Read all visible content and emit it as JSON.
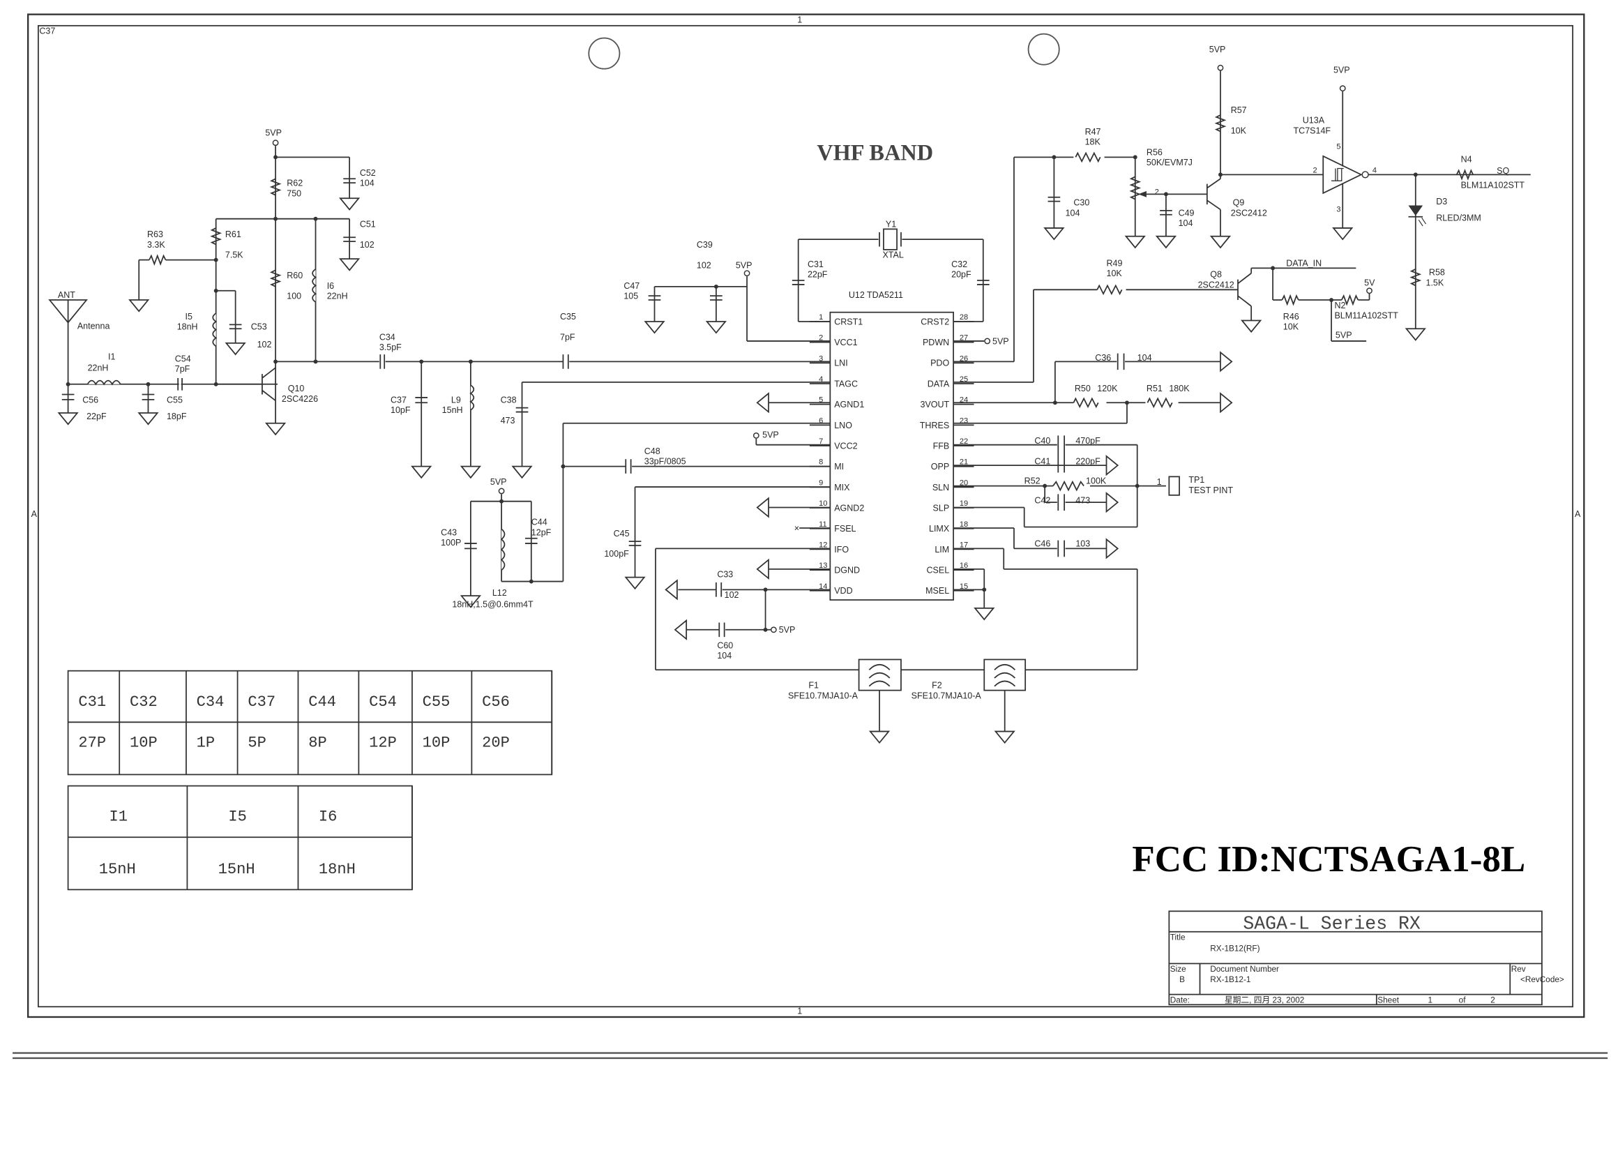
{
  "sheet": {
    "corner_label": "C37",
    "zone_top": "1",
    "zone_bottom": "1",
    "zone_left": "A",
    "zone_right": "A",
    "band_title": "VHF BAND",
    "fcc_id": "FCC ID:NCTSAGA1-8L"
  },
  "rf_frontend": {
    "ant": {
      "ref": "ANT",
      "name": "Antenna"
    },
    "I1": {
      "ref": "I1",
      "value": "22nH"
    },
    "C56": {
      "ref": "C56",
      "value": "22pF"
    },
    "C55": {
      "ref": "C55",
      "value": "18pF"
    },
    "C54": {
      "ref": "C54",
      "value": "7pF"
    },
    "R63": {
      "ref": "R63",
      "value": "3.3K"
    },
    "R61": {
      "ref": "R61",
      "value": "7.5K"
    },
    "I5": {
      "ref": "I5",
      "value": "18nH"
    },
    "C53": {
      "ref": "C53",
      "value": "102"
    },
    "R62": {
      "ref": "R62",
      "value": "750"
    },
    "C52": {
      "ref": "C52",
      "value": "104"
    },
    "C51": {
      "ref": "C51",
      "value": "102"
    },
    "R60": {
      "ref": "R60",
      "value": "100"
    },
    "I6": {
      "ref": "I6",
      "value": "22nH"
    },
    "Q10": {
      "ref": "Q10",
      "value": "2SC4226"
    },
    "vcc_top": "5VP",
    "C34": {
      "ref": "C34",
      "value": "3.5pF"
    },
    "C37": {
      "ref": "C37",
      "value": "10pF"
    },
    "L9": {
      "ref": "L9",
      "value": "15nH"
    },
    "C35": {
      "ref": "C35",
      "value": "7pF"
    },
    "C38": {
      "ref": "C38",
      "value": "473"
    },
    "C47": {
      "ref": "C47",
      "value": "105"
    },
    "C39": {
      "ref": "C39",
      "value": "102"
    },
    "vcc_c39": "5VP",
    "C43": {
      "ref": "C43",
      "value": "100P"
    },
    "C44": {
      "ref": "C44",
      "value": "12pF"
    },
    "L12": {
      "ref": "L12",
      "value": "18nH,1.5@0.6mm4T"
    },
    "vcc_l12": "5VP",
    "C48": {
      "ref": "C48",
      "value": "33pF/0805"
    },
    "C45": {
      "ref": "C45",
      "value": "100pF"
    },
    "C33": {
      "ref": "C33",
      "value": "102"
    },
    "C60": {
      "ref": "C60",
      "value": "104"
    },
    "vcc_c60": "5VP",
    "vcc2": "5VP"
  },
  "ic": {
    "ref": "U12 TDA5211",
    "Y1": {
      "ref": "Y1",
      "value": "XTAL"
    },
    "C31": {
      "ref": "C31",
      "value": "22pF"
    },
    "C32": {
      "ref": "C32",
      "value": "20pF"
    },
    "pdwn_net": "5VP",
    "left_pins": [
      {
        "num": "1",
        "name": "CRST1"
      },
      {
        "num": "2",
        "name": "VCC1"
      },
      {
        "num": "3",
        "name": "LNI"
      },
      {
        "num": "4",
        "name": "TAGC"
      },
      {
        "num": "5",
        "name": "AGND1"
      },
      {
        "num": "6",
        "name": "LNO"
      },
      {
        "num": "7",
        "name": "VCC2"
      },
      {
        "num": "8",
        "name": "MI"
      },
      {
        "num": "9",
        "name": "MIX"
      },
      {
        "num": "10",
        "name": "AGND2"
      },
      {
        "num": "11",
        "name": "FSEL"
      },
      {
        "num": "12",
        "name": "IFO"
      },
      {
        "num": "13",
        "name": "DGND"
      },
      {
        "num": "14",
        "name": "VDD"
      }
    ],
    "right_pins": [
      {
        "num": "28",
        "name": "CRST2"
      },
      {
        "num": "27",
        "name": "PDWN"
      },
      {
        "num": "26",
        "name": "PDO"
      },
      {
        "num": "25",
        "name": "DATA"
      },
      {
        "num": "24",
        "name": "3VOUT"
      },
      {
        "num": "23",
        "name": "THRES"
      },
      {
        "num": "22",
        "name": "FFB"
      },
      {
        "num": "21",
        "name": "OPP"
      },
      {
        "num": "20",
        "name": "SLN"
      },
      {
        "num": "19",
        "name": "SLP"
      },
      {
        "num": "18",
        "name": "LIMX"
      },
      {
        "num": "17",
        "name": "LIM"
      },
      {
        "num": "16",
        "name": "CSEL"
      },
      {
        "num": "15",
        "name": "MSEL"
      }
    ]
  },
  "baseband": {
    "C36": {
      "ref": "C36",
      "value": "104"
    },
    "R50": {
      "ref": "R50",
      "value": "120K"
    },
    "R51": {
      "ref": "R51",
      "value": "180K"
    },
    "C40": {
      "ref": "C40",
      "value": "470pF"
    },
    "C41": {
      "ref": "C41",
      "value": "220pF"
    },
    "R52": {
      "ref": "R52",
      "value": "100K"
    },
    "C42": {
      "ref": "C42",
      "value": "473"
    },
    "C46": {
      "ref": "C46",
      "value": "103"
    },
    "TP1": {
      "ref": "TP1",
      "name": "TEST PINT",
      "pin": "1"
    },
    "F1": {
      "ref": "F1",
      "value": "SFE10.7MJA10-A"
    },
    "F2": {
      "ref": "F2",
      "value": "SFE10.7MJA10-A"
    }
  },
  "squelch": {
    "R47": {
      "ref": "R47",
      "value": "18K"
    },
    "R56": {
      "ref": "R56",
      "value": "50K/EVM7J"
    },
    "C30": {
      "ref": "C30",
      "value": "104"
    },
    "C49": {
      "ref": "C49",
      "value": "104"
    },
    "R57": {
      "ref": "R57",
      "value": "10K"
    },
    "Q9": {
      "ref": "Q9",
      "value": "2SC2412"
    },
    "U13A": {
      "ref": "U13A",
      "value": "TC7S14F"
    },
    "N4": {
      "ref": "N4",
      "value": "BLM11A102STT"
    },
    "sq_net": "SQ",
    "D3": {
      "ref": "D3",
      "value": "RLED/3MM"
    },
    "R58": {
      "ref": "R58",
      "value": "1.5K"
    },
    "vcc_r57": "5VP",
    "vcc_u13": "5VP",
    "wiper_pin": "2",
    "u13_in_pin": "2",
    "u13_out_pin": "4",
    "u13_vcc_pin": "5",
    "u13_gnd_pin": "3"
  },
  "data_out": {
    "R49": {
      "ref": "R49",
      "value": "10K"
    },
    "Q8": {
      "ref": "Q8",
      "value": "2SC2412"
    },
    "data_in_net": "DATA_IN",
    "R46": {
      "ref": "R46",
      "value": "10K"
    },
    "N2": {
      "ref": "N2",
      "value": "BLM11A102STT"
    },
    "vcc_5v": "5V",
    "vcc_5vp": "5VP"
  },
  "cap_table": {
    "headers": [
      "C31",
      "C32",
      "C34",
      "C37",
      "C44",
      "C54",
      "C55",
      "C56"
    ],
    "values": [
      "27P",
      "10P",
      "1P",
      "5P",
      "8P",
      "12P",
      "10P",
      "20P"
    ]
  },
  "ind_table": {
    "headers": [
      "I1",
      "I5",
      "I6"
    ],
    "values": [
      "15nH",
      "15nH",
      "18nH"
    ]
  },
  "title_block": {
    "company": "SAGA-L Series RX",
    "title_label": "Title",
    "title": "RX-1B12(RF)",
    "size_label": "Size",
    "size": "B",
    "docnum_label": "Document Number",
    "docnum": "RX-1B12-1",
    "rev_label": "Rev",
    "rev": "<RevCode>",
    "date_label": "Date:",
    "date": "星期二, 四月 23, 2002",
    "sheet_label": "Sheet",
    "sheet": "1",
    "of_label": "of",
    "sheets": "2"
  }
}
